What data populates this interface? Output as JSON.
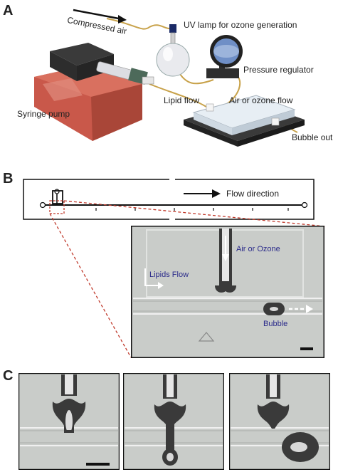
{
  "panels": {
    "a": {
      "letter": "A",
      "labels": {
        "compressed_air": "Compressed air",
        "uv_lamp": "UV lamp for ozone generation",
        "pressure_regulator": "Pressure regulator",
        "lipid_flow": "Lipid flow",
        "air_or_ozone_flow": "Air or ozone flow",
        "syringe_pump": "Syringe pump",
        "bubble_out": "Bubble out"
      }
    },
    "b": {
      "letter": "B",
      "flow_direction": "Flow direction",
      "micro_labels": {
        "air_or_ozone": "Air or Ozone",
        "lipids_flow": "Lipids Flow",
        "bubble": "Bubble"
      }
    },
    "c": {
      "letter": "C"
    }
  },
  "colors": {
    "pump_red": "#c9584a",
    "pump_dark": "#3a3a3a",
    "micro_bg": "#c9ccc9",
    "micro_text": "#2a2a8a",
    "callout_red": "#c0392b"
  }
}
